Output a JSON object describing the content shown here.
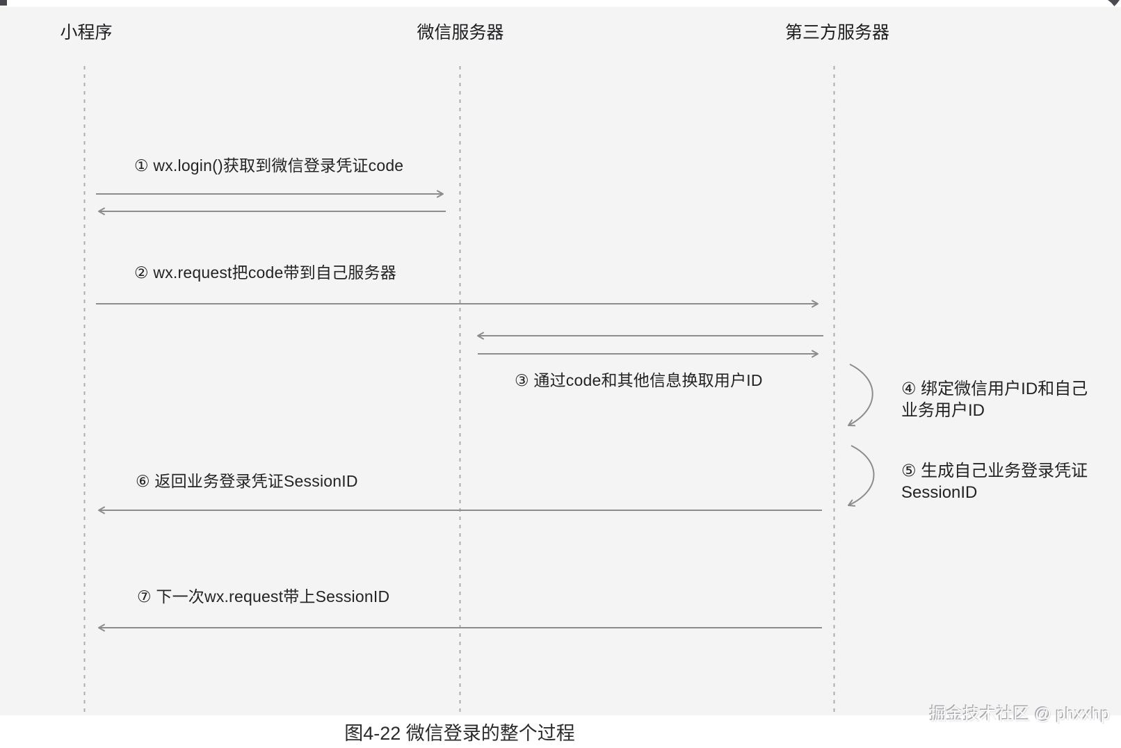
{
  "diagram": {
    "lifelines": [
      {
        "id": "miniprogram",
        "label": "小程序"
      },
      {
        "id": "wechat-server",
        "label": "微信服务器"
      },
      {
        "id": "third-party-server",
        "label": "第三方服务器"
      }
    ],
    "steps": [
      {
        "num": "1",
        "label": "① wx.login()获取到微信登录凭证code",
        "from": "miniprogram",
        "to": "wechat-server",
        "direction": "right-then-back"
      },
      {
        "num": "2",
        "label": "② wx.request把code带到自己服务器",
        "from": "miniprogram",
        "to": "third-party-server",
        "direction": "right"
      },
      {
        "num": "3",
        "label": "③ 通过code和其他信息换取用户ID",
        "from": "third-party-server",
        "to": "wechat-server",
        "direction": "left-then-right"
      },
      {
        "num": "4",
        "lines": [
          "④ 绑定微信用户ID和自己",
          "业务用户ID"
        ],
        "from": "third-party-server",
        "to": "third-party-server",
        "direction": "self"
      },
      {
        "num": "5",
        "lines": [
          "⑤ 生成自己业务登录凭证",
          "SessionID"
        ],
        "from": "third-party-server",
        "to": "third-party-server",
        "direction": "self"
      },
      {
        "num": "6",
        "label": "⑥ 返回业务登录凭证SessionID",
        "from": "third-party-server",
        "to": "miniprogram",
        "direction": "left"
      },
      {
        "num": "7",
        "label": "⑦ 下一次wx.request带上SessionID",
        "from": "third-party-server",
        "to": "miniprogram",
        "direction": "left"
      }
    ],
    "caption": "图4-22 微信登录的整个过程",
    "watermark": "掘金技术社区 @ phxxhp",
    "colors": {
      "canvas": "#f4f4f5",
      "arrow": "#8c8c8c",
      "lifeline": "#acacac",
      "text": "#232323"
    }
  }
}
